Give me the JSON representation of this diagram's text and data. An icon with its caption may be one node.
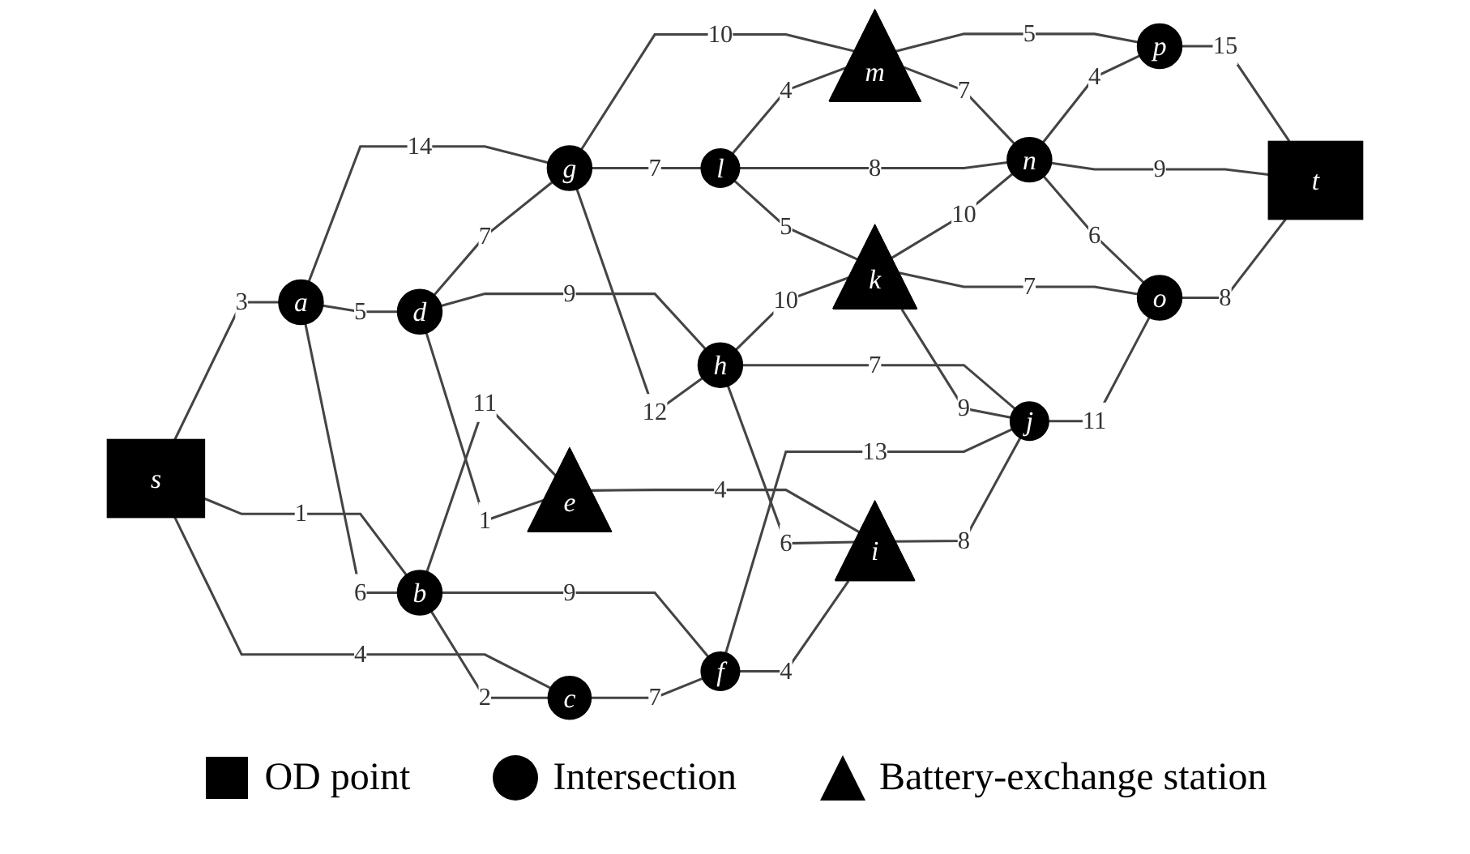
{
  "diagram": {
    "nodes": [
      {
        "text": [
          "s"
        ]
      },
      {
        "text": [
          "a"
        ]
      },
      {
        "text": [
          "b"
        ]
      },
      {
        "text": [
          "c"
        ]
      },
      {
        "text": [
          "d"
        ]
      },
      {
        "text": [
          "e"
        ]
      },
      {
        "text": [
          "f"
        ]
      },
      {
        "text": [
          "g"
        ]
      },
      {
        "text": [
          "h"
        ]
      },
      {
        "text": [
          "i"
        ]
      },
      {
        "text": [
          "j"
        ]
      },
      {
        "text": [
          "k"
        ]
      },
      {
        "text": [
          "l"
        ]
      },
      {
        "text": [
          "m"
        ]
      },
      {
        "text": [
          "n"
        ]
      },
      {
        "text": [
          "o"
        ]
      },
      {
        "text": [
          "p"
        ]
      },
      {
        "text": [
          "t"
        ]
      }
    ],
    "edges": [
      {
        "from": 0,
        "to": 1,
        "label": "3",
        "arrow": "none"
      },
      {
        "from": 0,
        "to": 2,
        "label": "1",
        "arrow": "none"
      },
      {
        "from": 0,
        "to": 3,
        "label": "4",
        "arrow": "none"
      },
      {
        "from": 1,
        "to": 2,
        "label": "6",
        "arrow": "none"
      },
      {
        "from": 1,
        "to": 4,
        "label": "5",
        "arrow": "none"
      },
      {
        "from": 1,
        "to": 7,
        "label": "14",
        "arrow": "none"
      },
      {
        "from": 2,
        "to": 3,
        "label": "2",
        "arrow": "none"
      },
      {
        "from": 2,
        "to": 5,
        "label": "11",
        "arrow": "none"
      },
      {
        "from": 2,
        "to": 6,
        "label": "9",
        "arrow": "none"
      },
      {
        "from": 4,
        "to": 5,
        "label": "1",
        "arrow": "none"
      },
      {
        "from": 4,
        "to": 7,
        "label": "7",
        "arrow": "none"
      },
      {
        "from": 4,
        "to": 8,
        "label": "9",
        "arrow": "none"
      },
      {
        "from": 5,
        "to": 9,
        "label": "4",
        "arrow": "none"
      },
      {
        "from": 7,
        "to": 8,
        "label": "12",
        "arrow": "none"
      },
      {
        "from": 7,
        "to": 12,
        "label": "7",
        "arrow": "none"
      },
      {
        "from": 7,
        "to": 13,
        "label": "10",
        "arrow": "none"
      },
      {
        "from": 13,
        "to": 16,
        "label": "5",
        "arrow": "none"
      },
      {
        "from": 12,
        "to": 13,
        "label": "4",
        "arrow": "none"
      },
      {
        "from": 13,
        "to": 14,
        "label": "7",
        "arrow": "none"
      },
      {
        "from": 12,
        "to": 14,
        "label": "8",
        "arrow": "none"
      },
      {
        "from": 12,
        "to": 11,
        "label": "5",
        "arrow": "none"
      },
      {
        "from": 8,
        "to": 11,
        "label": "10",
        "arrow": "none"
      },
      {
        "from": 8,
        "to": 9,
        "label": "6",
        "arrow": "none"
      },
      {
        "from": 8,
        "to": 10,
        "label": "7",
        "arrow": "none"
      },
      {
        "from": 11,
        "to": 14,
        "label": "10",
        "arrow": "none"
      },
      {
        "from": 14,
        "to": 16,
        "label": "4",
        "arrow": "none"
      },
      {
        "from": 16,
        "to": 17,
        "label": "15",
        "arrow": "none"
      },
      {
        "from": 14,
        "to": 17,
        "label": "9",
        "arrow": "none"
      },
      {
        "from": 14,
        "to": 15,
        "label": "6",
        "arrow": "none"
      },
      {
        "from": 11,
        "to": 15,
        "label": "7",
        "arrow": "none"
      },
      {
        "from": 11,
        "to": 10,
        "label": "9",
        "arrow": "none"
      },
      {
        "from": 3,
        "to": 6,
        "label": "7",
        "arrow": "none"
      },
      {
        "from": 6,
        "to": 9,
        "label": "4",
        "arrow": "none"
      },
      {
        "from": 6,
        "to": 10,
        "label": "13",
        "arrow": "none"
      },
      {
        "from": 9,
        "to": 10,
        "label": "8",
        "arrow": "none"
      },
      {
        "from": 10,
        "to": 15,
        "label": "11",
        "arrow": "none"
      },
      {
        "from": 15,
        "to": 17,
        "label": "8",
        "arrow": "none"
      }
    ],
    "legend": [
      {
        "text": "OD point"
      },
      {
        "text": "Intersection"
      },
      {
        "text": "Battery-exchange station"
      }
    ]
  }
}
